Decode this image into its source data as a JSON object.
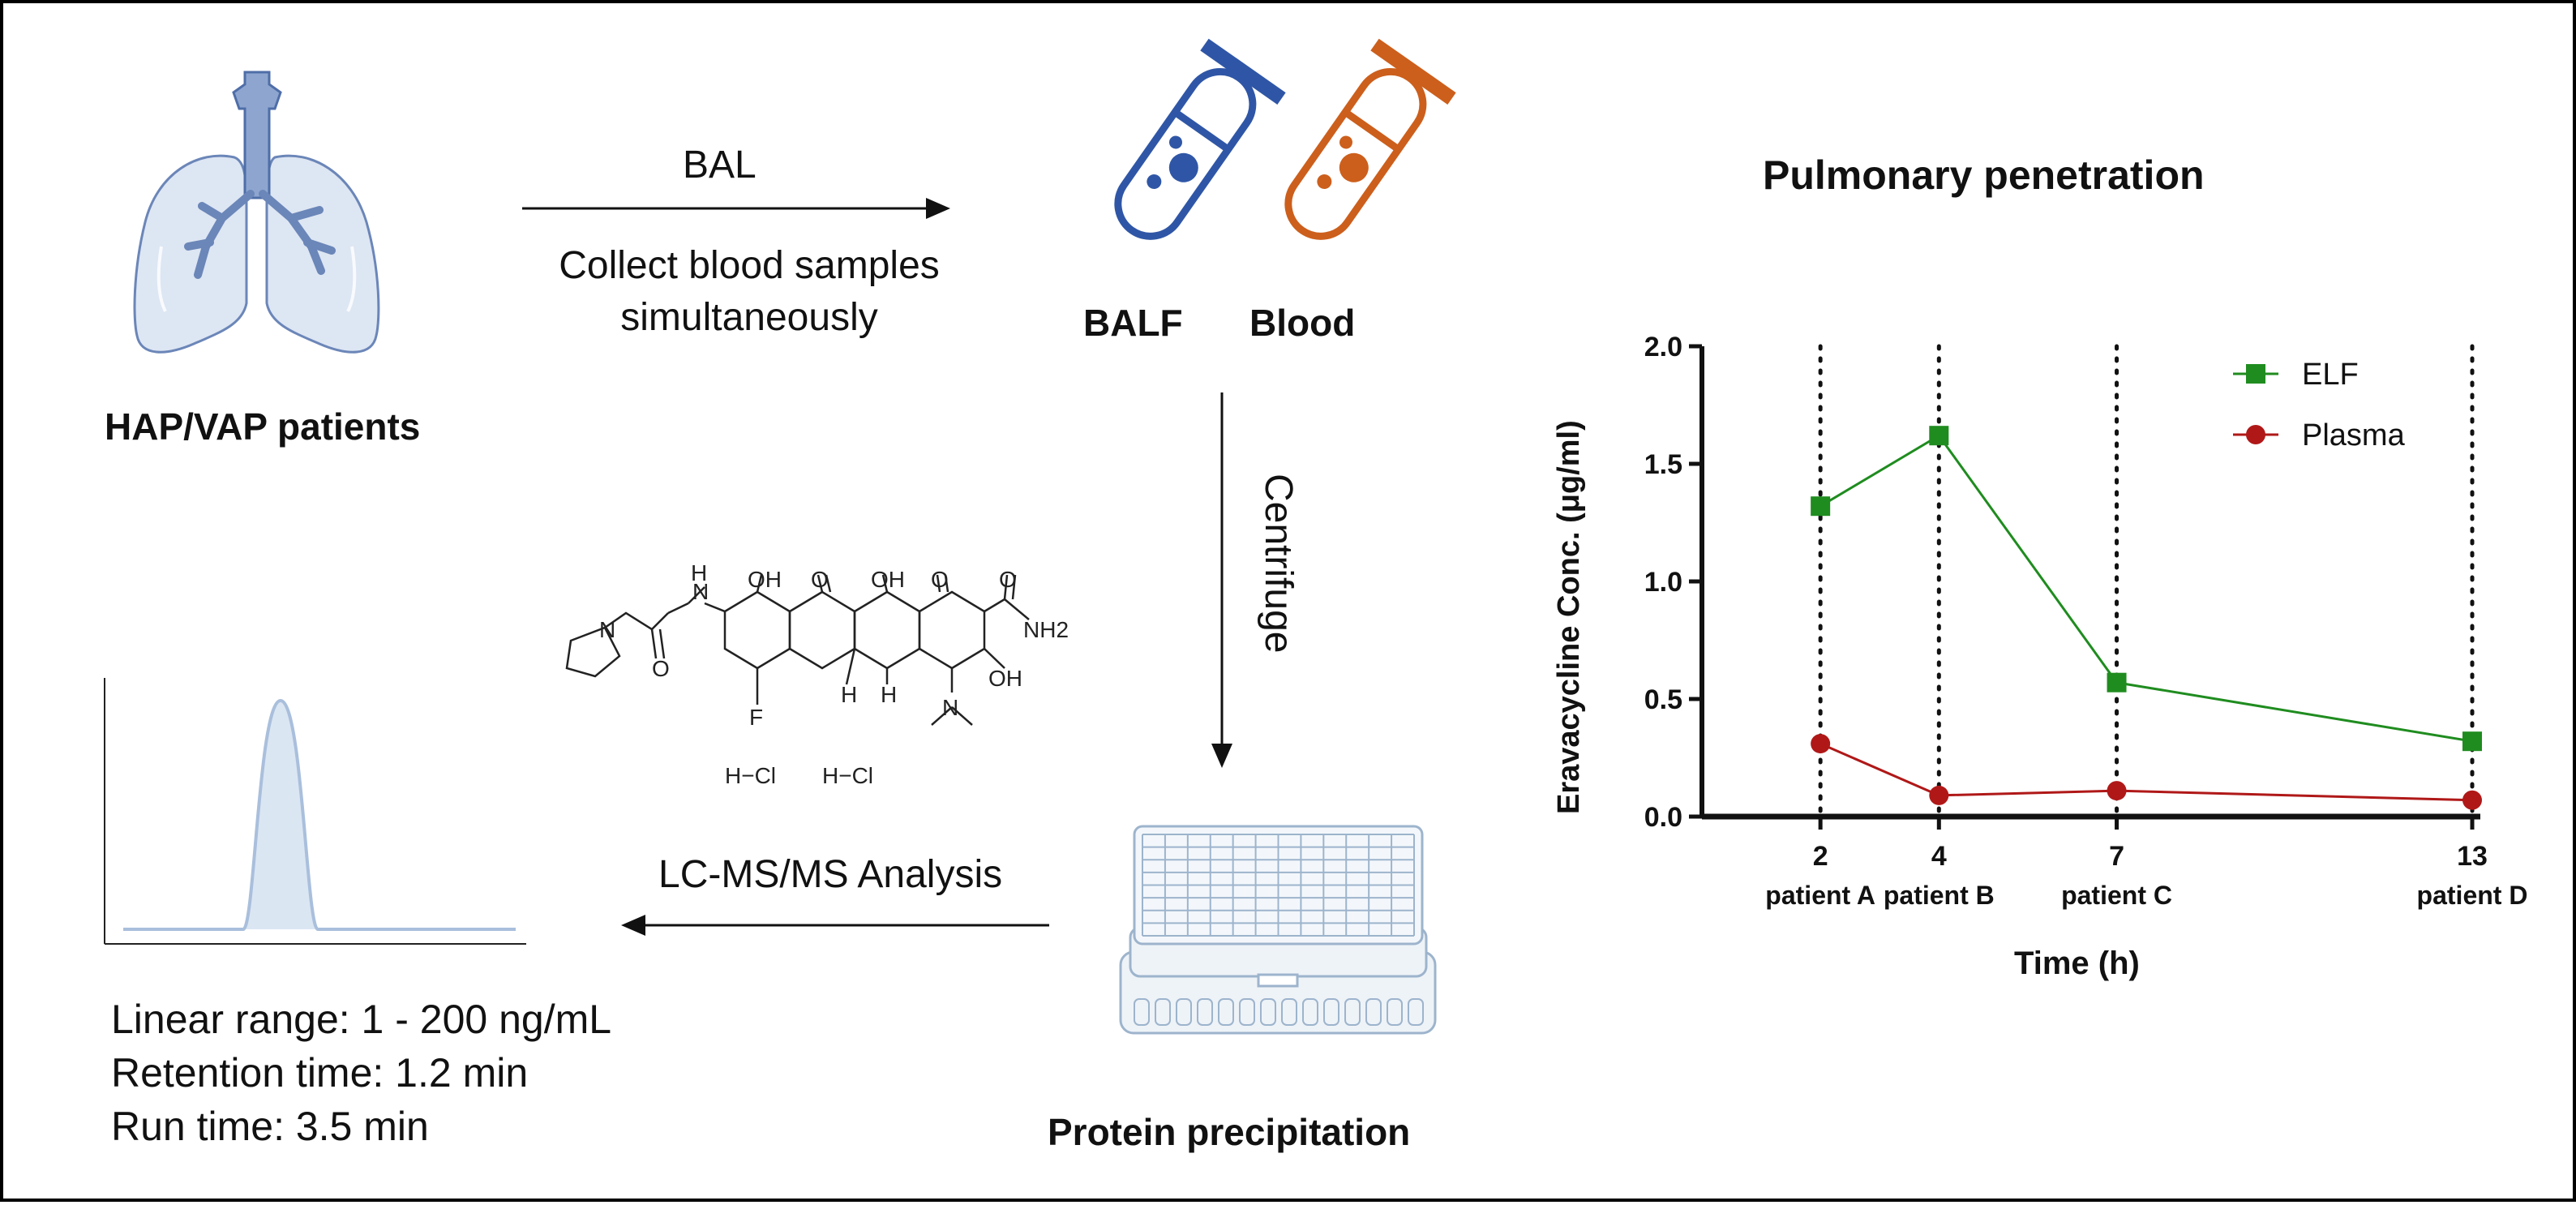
{
  "workflow": {
    "patients_label": "HAP/VAP patients",
    "bal_label": "BAL",
    "collect_line1": "Collect blood samples",
    "collect_line2": "simultaneously",
    "balf_label": "BALF",
    "blood_label": "Blood",
    "centrifuge_label": "Centrifuge",
    "protein_label": "Protein precipitation",
    "lcms_label": "LC-MS/MS Analysis",
    "method": [
      "Linear range: 1 - 200 ng/mL",
      "Retention time: 1.2 min",
      "Run time: 3.5 min"
    ],
    "colors": {
      "lung": "#6b86b8",
      "balf_tube": "#2f56a6",
      "blood_tube": "#cc5f1c",
      "plate": "#9db4cc"
    }
  },
  "molecule": {
    "atoms": [
      "OH",
      "O",
      "OH",
      "O",
      "OH",
      "O",
      "O",
      "NH2",
      "N",
      "N",
      "H",
      "H",
      "OH",
      "N",
      "F",
      "H",
      "H"
    ],
    "salts": [
      "H−Cl",
      "H−Cl"
    ]
  },
  "chart_data": {
    "type": "line",
    "title": "Pulmonary penetration",
    "xlabel": "Time (h)",
    "ylabel": "Eravacycline Conc. (μg/ml)",
    "x": [
      2,
      4,
      7,
      13
    ],
    "x_tick_labels": [
      "2",
      "4",
      "7",
      "13"
    ],
    "x_sublabels": [
      "patient A",
      "patient B",
      "patient C",
      "patient D"
    ],
    "y_ticks": [
      "0.0",
      "0.5",
      "1.0",
      "1.5",
      "2.0"
    ],
    "xlim": [
      0,
      13
    ],
    "ylim": [
      0,
      2.0
    ],
    "series": [
      {
        "name": "ELF",
        "values": [
          1.32,
          1.62,
          0.57,
          0.32
        ],
        "color": "#1f8c1f",
        "marker": "square"
      },
      {
        "name": "Plasma",
        "values": [
          0.31,
          0.09,
          0.11,
          0.07
        ],
        "color": "#b01818",
        "marker": "circle"
      }
    ],
    "legend_position": "top-right",
    "vertical_dotted_lines_at": [
      2,
      4,
      7,
      13
    ]
  }
}
